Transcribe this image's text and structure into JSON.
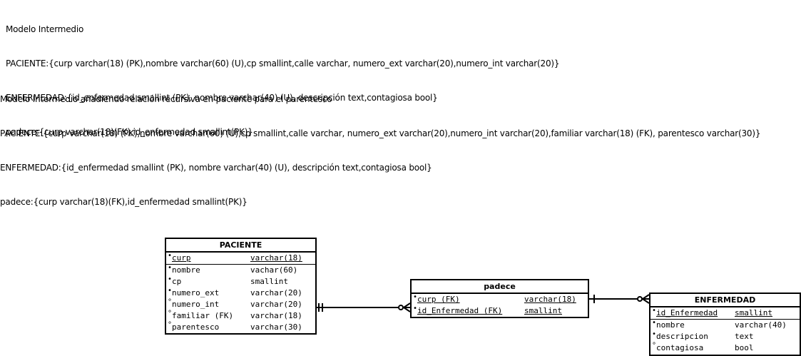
{
  "notes": {
    "block1": [
      "Modelo Intermedio",
      "PACIENTE:{curp varchar(18) (PK),nombre varchar(60) (U),cp smallint,calle varchar, numero_ext varchar(20),numero_int varchar(20)}",
      "ENFERMEDAD:{id_enfermedad smallint (PK), nombre varchar(40) (U), descripción text,contagiosa bool}",
      "padece:{curp varchar(18)(FK),id_enfermedad smallint(PK)}"
    ],
    "block2": [
      "Modelo Intermedio añadiendo relación recursiva en paciente para el parentesco",
      "PACIENTE:{curp varchar(18) (PK),nombre varchar(60) (U),cp smallint,calle varchar, numero_ext varchar(20),numero_int varchar(20),familiar varchar(18) (FK), parentesco varchar(30)}",
      "ENFERMEDAD:{id_enfermedad smallint (PK), nombre varchar(40) (U), descripción text,contagiosa bool}",
      "padece:{curp varchar(18)(FK),id_enfermedad smallint(PK)}"
    ]
  },
  "entities": {
    "paciente": {
      "title": "PACIENTE",
      "attributes": [
        {
          "name": "curp",
          "type": "varchar(18)"
        },
        {
          "name": "nombre",
          "type": "vachar(60)"
        },
        {
          "name": "cp",
          "type": "smallint"
        },
        {
          "name": "numero_ext",
          "type": "varchar(20)"
        },
        {
          "name": "numero_int",
          "type": "varchar(20)"
        },
        {
          "name": "familiar (FK)",
          "type": "varchar(18)"
        },
        {
          "name": "parentesco",
          "type": "varchar(30)"
        }
      ]
    },
    "padece": {
      "title": "padece",
      "attributes": [
        {
          "name": "curp (FK)",
          "type": "varchar(18)"
        },
        {
          "name": "id_Enfermedad (FK)",
          "type": "smallint"
        }
      ]
    },
    "enfermedad": {
      "title": "ENFERMEDAD",
      "attributes": [
        {
          "name": "id_Enfermedad",
          "type": "smallint"
        },
        {
          "name": "nombre",
          "type": "varchar(40)"
        },
        {
          "name": "descripcion",
          "type": "text"
        },
        {
          "name": "contagiosa",
          "type": "bool"
        }
      ]
    }
  },
  "markers": {
    "required": "•",
    "optional": "°"
  }
}
